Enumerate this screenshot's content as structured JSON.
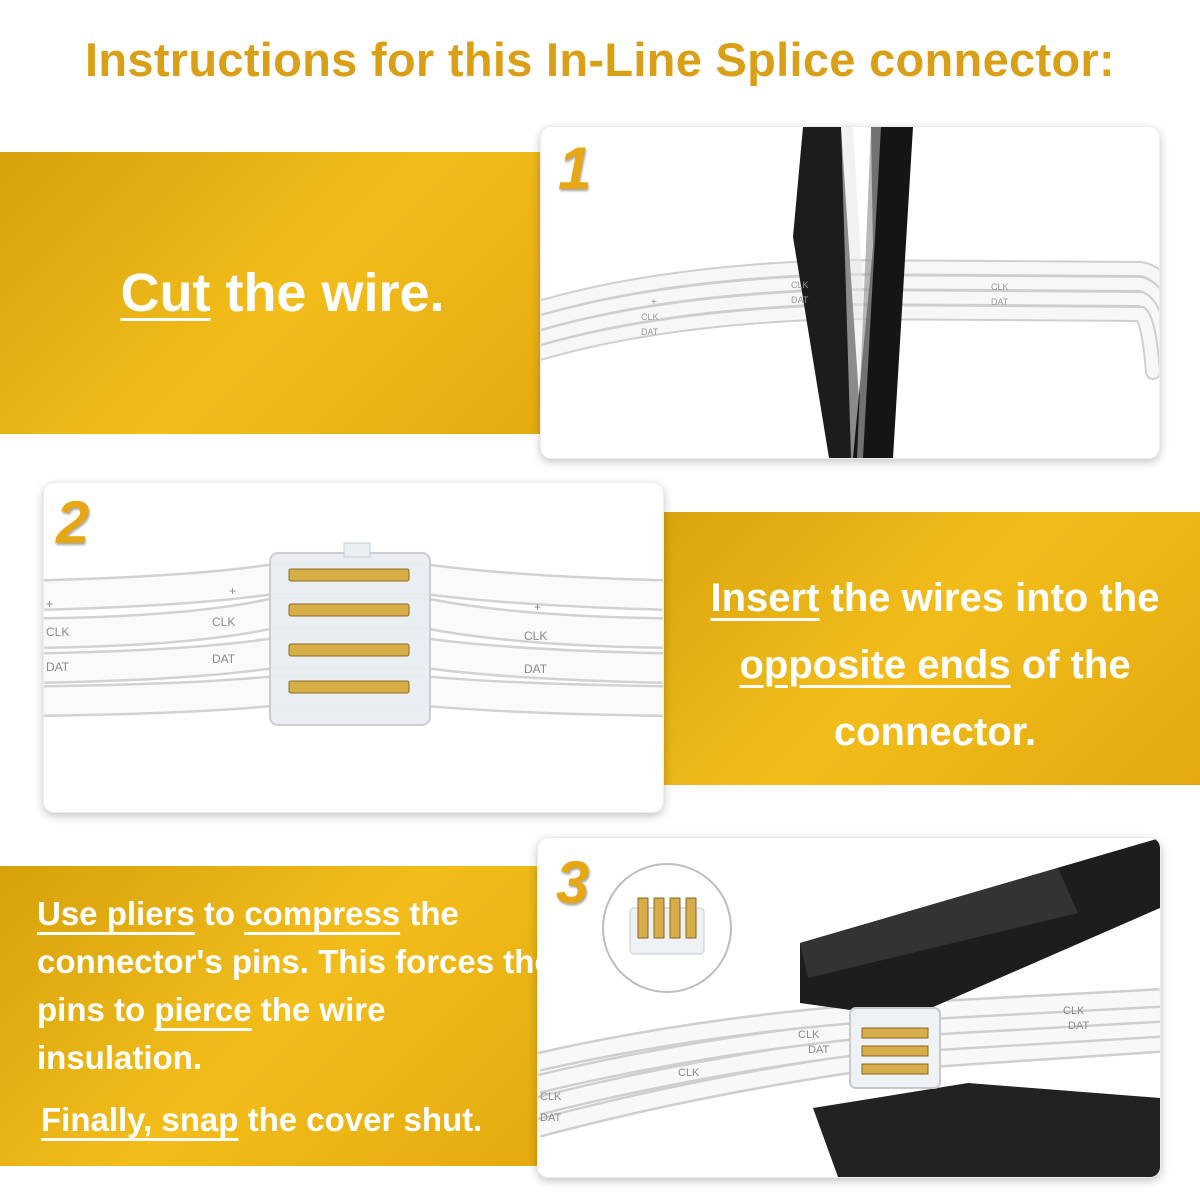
{
  "title": "Instructions for this In-Line Splice connector:",
  "steps": [
    {
      "number": "1",
      "underlined": "Cut",
      "rest": " the wire."
    },
    {
      "number": "2",
      "part1": "Insert",
      "part2": " the wires into the ",
      "part3": "opposite ends",
      "part4": " of the connector."
    },
    {
      "number": "3",
      "p1": "Use pliers",
      "p2": " to ",
      "p3": "compress",
      "p4": " the connector's pins. This forces the pins to ",
      "p5": "pierce",
      "p6": " the wire insulation.",
      "f1": "Finally, snap",
      "f2": " the cover shut."
    }
  ],
  "wire_labels": {
    "plus": "+",
    "clk": "CLK",
    "dat": "DAT",
    "minus": "—"
  },
  "colors": {
    "accent": "#e5a814",
    "band": "#f2bd1b",
    "text": "#ffffff"
  }
}
